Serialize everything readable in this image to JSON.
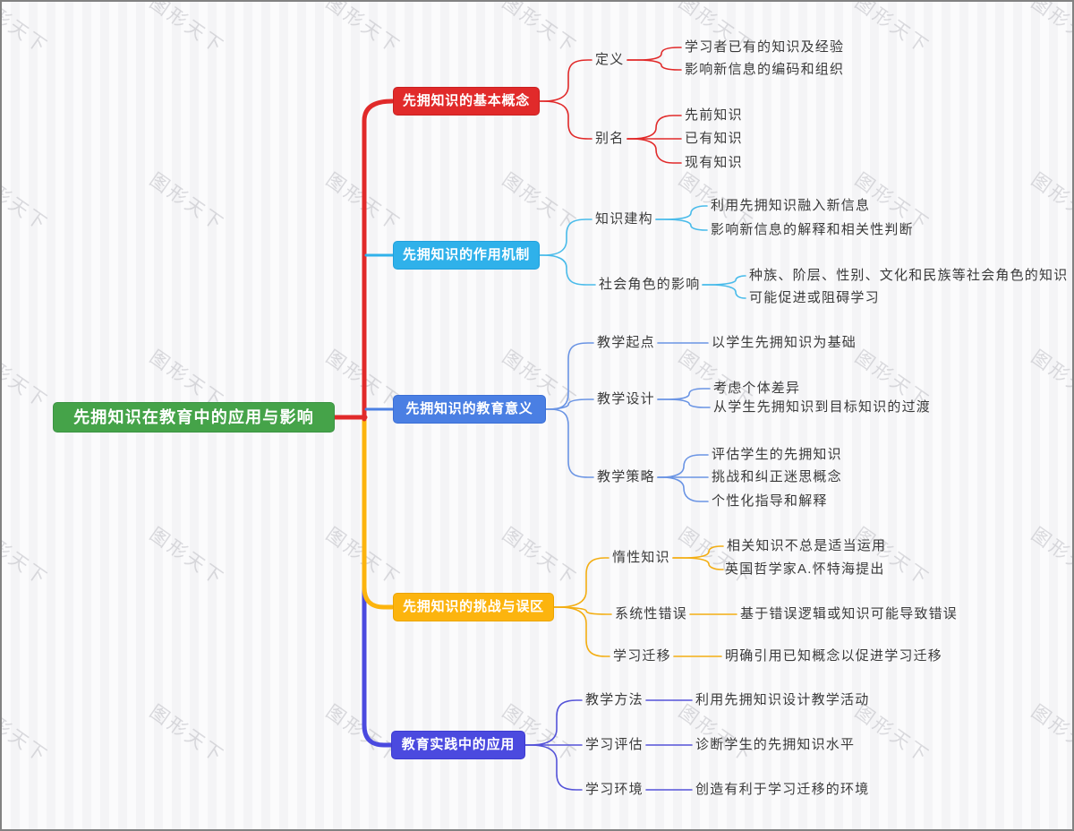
{
  "watermark": {
    "text": "图形天下"
  },
  "mindmap": {
    "root": {
      "label": "先拥知识在教育中的应用与影响",
      "color": "#45A349"
    },
    "branches": [
      {
        "label": "先拥知识的基本概念",
        "color": "#E12A2A",
        "children": [
          {
            "label": "定义",
            "children": [
              "学习者已有的知识及经验",
              "影响新信息的编码和组织"
            ]
          },
          {
            "label": "别名",
            "children": [
              "先前知识",
              "已有知识",
              "现有知识"
            ]
          }
        ]
      },
      {
        "label": "先拥知识的作用机制",
        "color": "#2FB1EA",
        "children": [
          {
            "label": "知识建构",
            "children": [
              "利用先拥知识融入新信息",
              "影响新信息的解释和相关性判断"
            ]
          },
          {
            "label": "社会角色的影响",
            "children": [
              "种族、阶层、性别、文化和民族等社会角色的知识",
              "可能促进或阻碍学习"
            ]
          }
        ]
      },
      {
        "label": "先拥知识的教育意义",
        "color": "#4A7FE3",
        "children": [
          {
            "label": "教学起点",
            "children": [
              "以学生先拥知识为基础"
            ]
          },
          {
            "label": "教学设计",
            "children": [
              "考虑个体差异",
              "从学生先拥知识到目标知识的过渡"
            ]
          },
          {
            "label": "教学策略",
            "children": [
              "评估学生的先拥知识",
              "挑战和纠正迷思概念",
              "个性化指导和解释"
            ]
          }
        ]
      },
      {
        "label": "先拥知识的挑战与误区",
        "color": "#FCB40E",
        "children": [
          {
            "label": "惰性知识",
            "children": [
              "相关知识不总是适当运用",
              "英国哲学家A.怀特海提出"
            ]
          },
          {
            "label": "系统性错误",
            "children": [
              "基于错误逻辑或知识可能导致错误"
            ]
          },
          {
            "label": "学习迁移",
            "children": [
              "明确引用已知概念以促进学习迁移"
            ]
          }
        ]
      },
      {
        "label": "教育实践中的应用",
        "color": "#4B4ADF",
        "children": [
          {
            "label": "教学方法",
            "children": [
              "利用先拥知识设计教学活动"
            ]
          },
          {
            "label": "学习评估",
            "children": [
              "诊断学生的先拥知识水平"
            ]
          },
          {
            "label": "学习环境",
            "children": [
              "创造有利于学习迁移的环境"
            ]
          }
        ]
      }
    ]
  }
}
